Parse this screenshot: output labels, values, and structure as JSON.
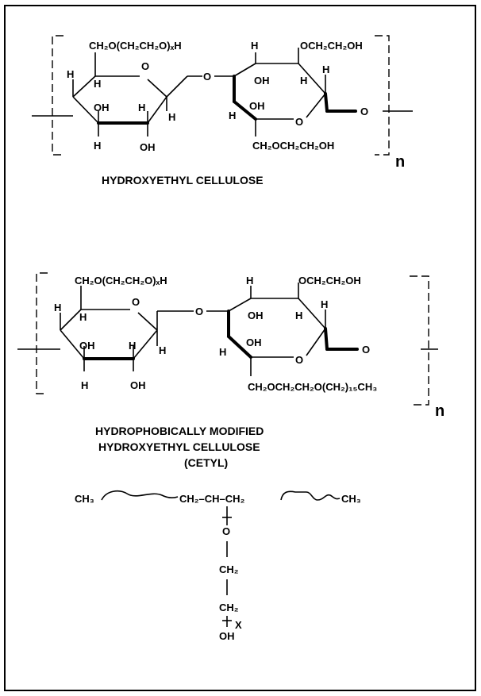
{
  "hec": {
    "ring1_top": "CH₂O(CH₂CH₂O)ₓH",
    "ring1_ring_o": "O",
    "ring1_h_top": "H",
    "ring1_h_left": "H",
    "ring1_oh_mid": "OH",
    "ring1_h_mid": "H",
    "ring1_h_right": "H",
    "ring1_h_bottom": "H",
    "ring1_oh_bottom": "OH",
    "bridge_o": "O",
    "ring2_h_top": "H",
    "ring2_top_sub": "OCH₂CH₂OH",
    "ring2_oh_top": "OH",
    "ring2_h_mid": "H",
    "ring2_h_right": "H",
    "ring2_h_left": "H",
    "ring2_oh_low": "OH",
    "ring2_ring_o": "O",
    "ring2_bottom_sub": "CH₂OCH₂CH₂OH",
    "end_o": "O",
    "repeat_n": "n",
    "caption": "HYDROXYETHYL CELLULOSE"
  },
  "hmhec": {
    "ring1_top": "CH₂O(CH₂CH₂O)ₓH",
    "ring1_ring_o": "O",
    "ring1_h_top": "H",
    "ring1_h_left": "H",
    "ring1_oh_mid": "OH",
    "ring1_h_mid": "H",
    "ring1_h_right": "H",
    "ring1_h_bottom": "H",
    "ring1_oh_bottom": "OH",
    "bridge_o": "O",
    "ring2_h_top": "H",
    "ring2_top_sub": "OCH₂CH₂OH",
    "ring2_oh_top": "OH",
    "ring2_h_mid": "H",
    "ring2_h_right": "H",
    "ring2_h_left": "H",
    "ring2_oh_low": "OH",
    "ring2_ring_o": "O",
    "ring2_bottom_sub": "CH₂OCH₂CH₂O(CH₂)₁₅CH₃",
    "end_o": "O",
    "repeat_n": "n",
    "caption_line1": "HYDROPHOBICALLY MODIFIED",
    "caption_line2": "HYDROXYETHYL CELLULOSE",
    "caption_line3": "(CETYL)"
  },
  "cetyl": {
    "left_ch3": "CH₃",
    "chain_center": "CH₂–CH–CH₂",
    "right_ch3": "CH₃",
    "o": "O",
    "ch2_upper": "CH₂",
    "ch2_lower": "CH₂",
    "repeat_x": "X",
    "oh": "OH"
  }
}
